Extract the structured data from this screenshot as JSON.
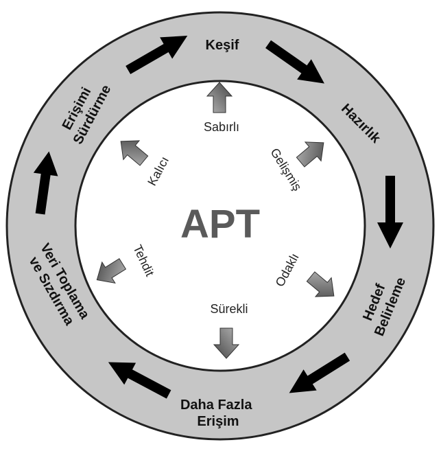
{
  "center_label": "APT",
  "colors": {
    "ring_fill": "#c6c6c6",
    "ring_stroke": "#222222",
    "cycle_arrow": "#000000",
    "small_arrow_light": "#a8a8a8",
    "small_arrow_dark": "#4a4a4a",
    "center_text": "#5a5a5a"
  },
  "phases": [
    {
      "id": "kesif",
      "lines": [
        "Keşif"
      ]
    },
    {
      "id": "hazirlik",
      "lines": [
        "Hazırlık"
      ]
    },
    {
      "id": "hedef",
      "lines": [
        "Hedef",
        "Belirleme"
      ]
    },
    {
      "id": "daha",
      "lines": [
        "Daha Fazla",
        "Erişim"
      ]
    },
    {
      "id": "veri",
      "lines": [
        "Veri Toplama",
        "ve Sızdırma"
      ]
    },
    {
      "id": "erisimi",
      "lines": [
        "Erişimi",
        "Sürdürme"
      ]
    }
  ],
  "attributes": [
    {
      "id": "sabirli",
      "label": "Sabırlı"
    },
    {
      "id": "gelismis",
      "label": "Gelişmiş"
    },
    {
      "id": "odakli",
      "label": "Odaklı"
    },
    {
      "id": "surekli",
      "label": "Sürekli"
    },
    {
      "id": "tehdit",
      "label": "Tehdit"
    },
    {
      "id": "kalici",
      "label": "Kalıcı"
    }
  ]
}
